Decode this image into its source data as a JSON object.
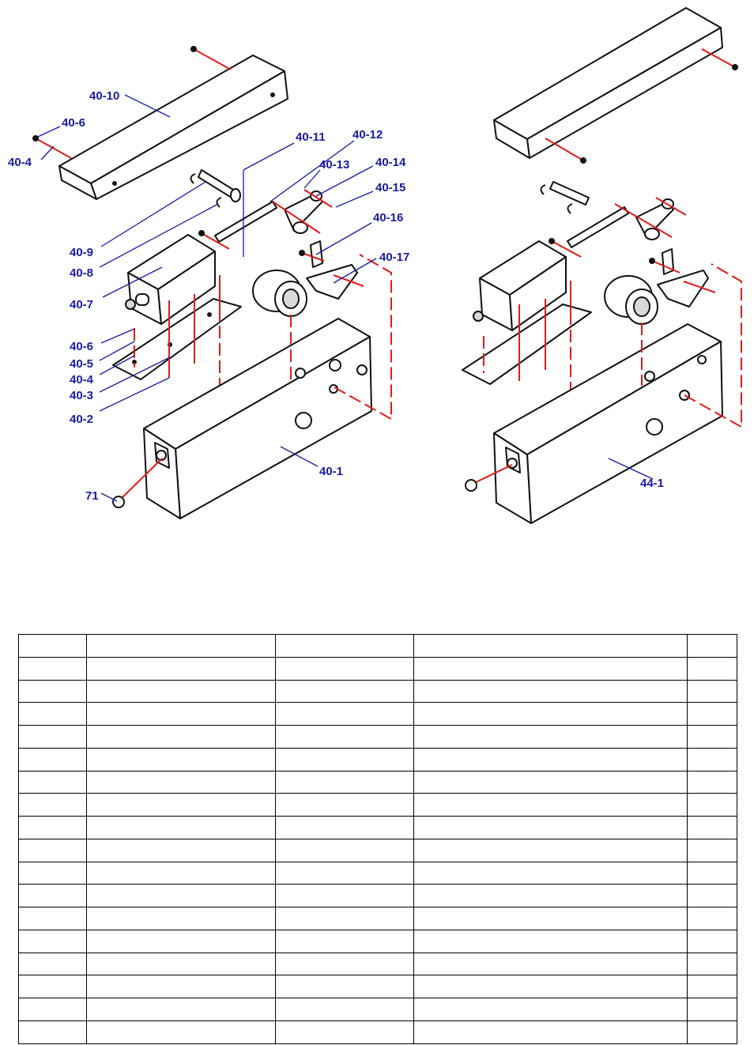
{
  "left_assembly": {
    "labels": [
      "40-10",
      "40-6",
      "40-4",
      "40-11",
      "40-12",
      "40-13",
      "40-14",
      "40-15",
      "40-16",
      "40-17",
      "40-9",
      "40-8",
      "40-7",
      "40-6",
      "40-5",
      "40-4",
      "40-3",
      "40-2",
      "40-1",
      "71"
    ]
  },
  "right_assembly": {
    "labels": [
      "44-1"
    ]
  },
  "colors": {
    "label": "#1a1aa6",
    "fastener_line": "#e21b1b",
    "outline": "#111111"
  },
  "parts_table": {
    "columns": 5,
    "rows": [
      [
        "",
        "",
        "",
        "",
        ""
      ],
      [
        "",
        "",
        "",
        "",
        ""
      ],
      [
        "",
        "",
        "",
        "",
        ""
      ],
      [
        "",
        "",
        "",
        "",
        ""
      ],
      [
        "",
        "",
        "",
        "",
        ""
      ],
      [
        "",
        "",
        "",
        "",
        ""
      ],
      [
        "",
        "",
        "",
        "",
        ""
      ],
      [
        "",
        "",
        "",
        "",
        ""
      ],
      [
        "",
        "",
        "",
        "",
        ""
      ],
      [
        "",
        "",
        "",
        "",
        ""
      ],
      [
        "",
        "",
        "",
        "",
        ""
      ],
      [
        "",
        "",
        "",
        "",
        ""
      ],
      [
        "",
        "",
        "",
        "",
        ""
      ],
      [
        "",
        "",
        "",
        "",
        ""
      ],
      [
        "",
        "",
        "",
        "",
        ""
      ],
      [
        "",
        "",
        "",
        "",
        ""
      ],
      [
        "",
        "",
        "",
        "",
        ""
      ],
      [
        "",
        "",
        "",
        "",
        ""
      ]
    ]
  }
}
